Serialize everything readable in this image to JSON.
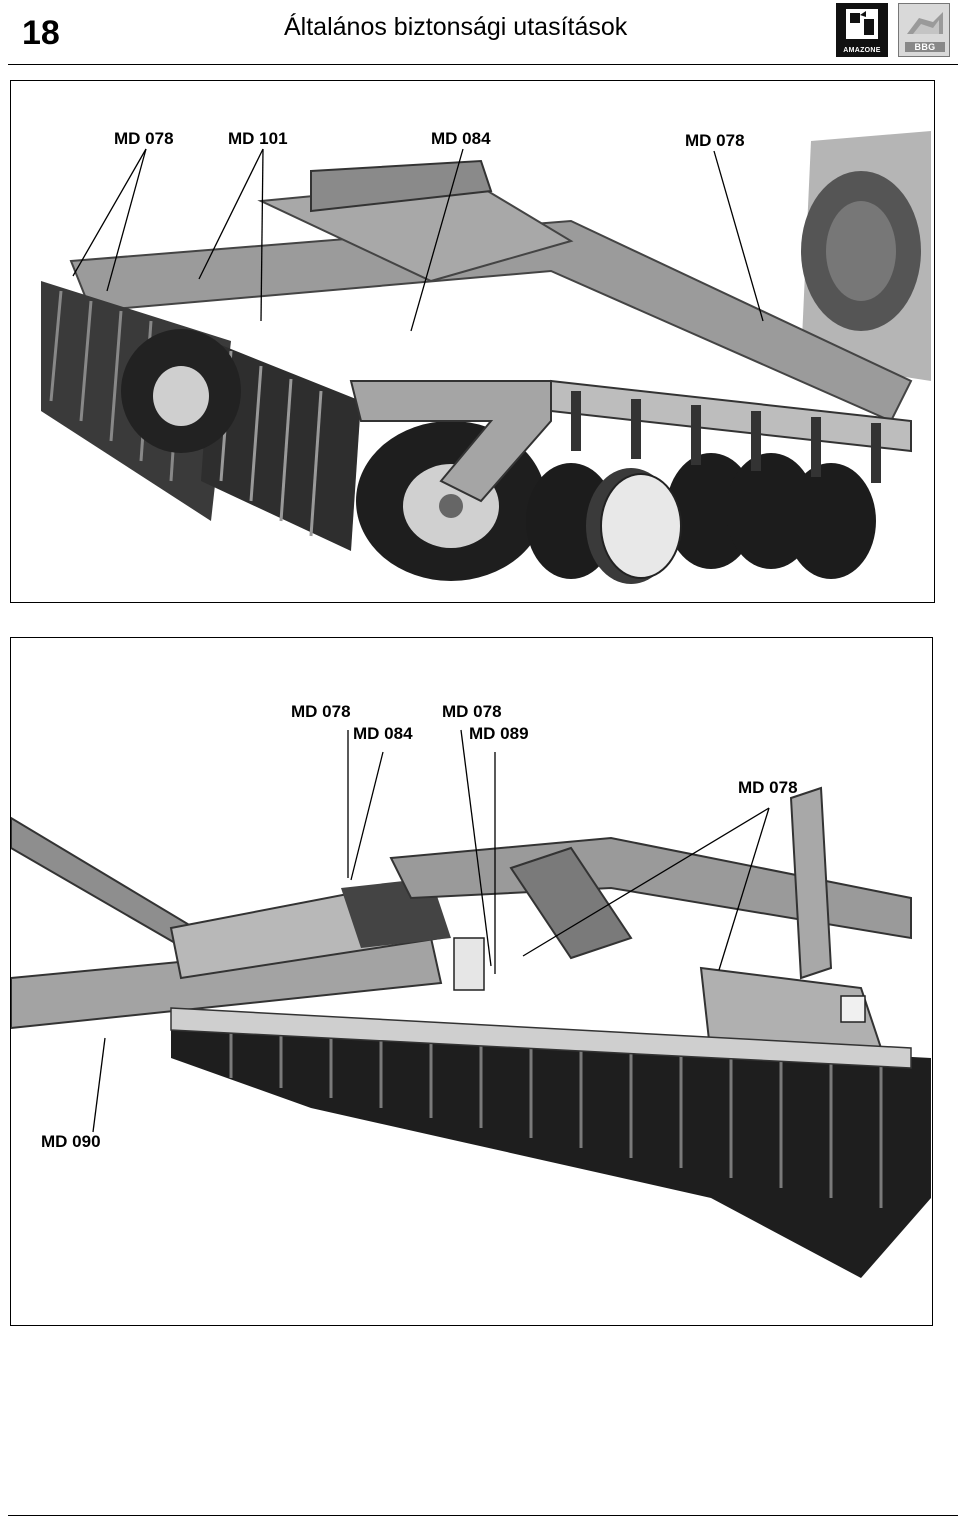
{
  "header": {
    "page_number": "18",
    "title": "Általános biztonsági utasítások",
    "logos": {
      "left": "AMAZONE",
      "right": "BBG"
    }
  },
  "figure1": {
    "callouts": [
      "MD 078",
      "MD 101",
      "MD 084",
      "MD 078"
    ]
  },
  "figure2": {
    "callouts": [
      "MD 078",
      "MD 084",
      "MD 078",
      "MD 089",
      "MD 078",
      "MD 090"
    ]
  },
  "colors": {
    "ink": "#000000",
    "machine_gray": "#8c8c8c",
    "dark": "#2b2b2b"
  }
}
